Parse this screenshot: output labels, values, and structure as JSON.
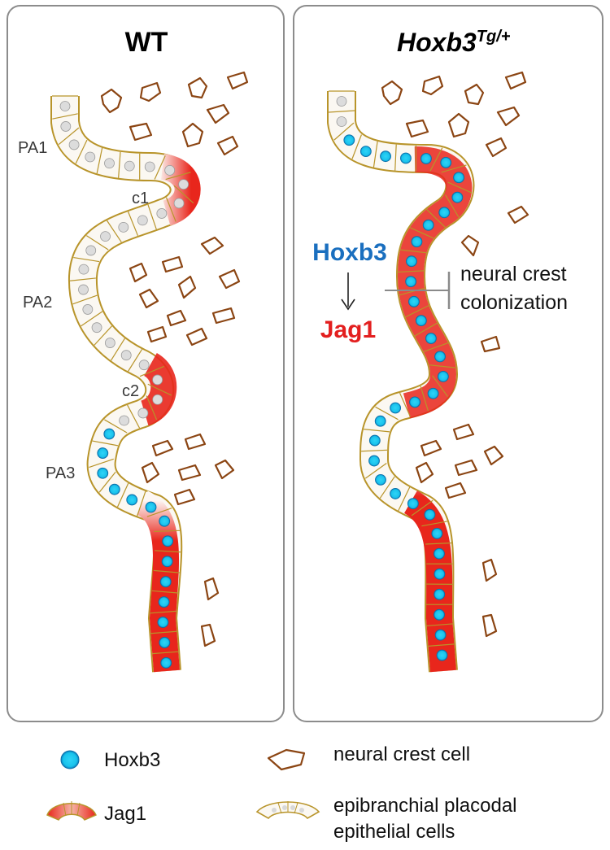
{
  "panels": [
    {
      "title": "WT",
      "arch_labels": [
        "PA1",
        "c1",
        "PA2",
        "c2",
        "PA3"
      ]
    },
    {
      "title_main": "Hoxb3",
      "title_sup": "Tg/+",
      "pathway": {
        "upstream": "Hoxb3",
        "downstream": "Jag1",
        "target_line1": "neural crest",
        "target_line2": "colonization"
      }
    }
  ],
  "legend": {
    "hoxb3": "Hoxb3",
    "jag1": "Jag1",
    "neural_crest": "neural crest cell",
    "epithelial_line1": "epibranchial placodal",
    "epithelial_line2": "epithelial cells"
  },
  "colors": {
    "hoxb3_nucleus": "#19c3ec",
    "jag1_red": "#e8261c",
    "epithelium_outline": "#b8942a",
    "neural_crest_outline": "#8b4513",
    "hoxb3_text": "#1a6fbf",
    "jag1_text": "#e31f1f",
    "panel_border": "#8c8c8c"
  }
}
